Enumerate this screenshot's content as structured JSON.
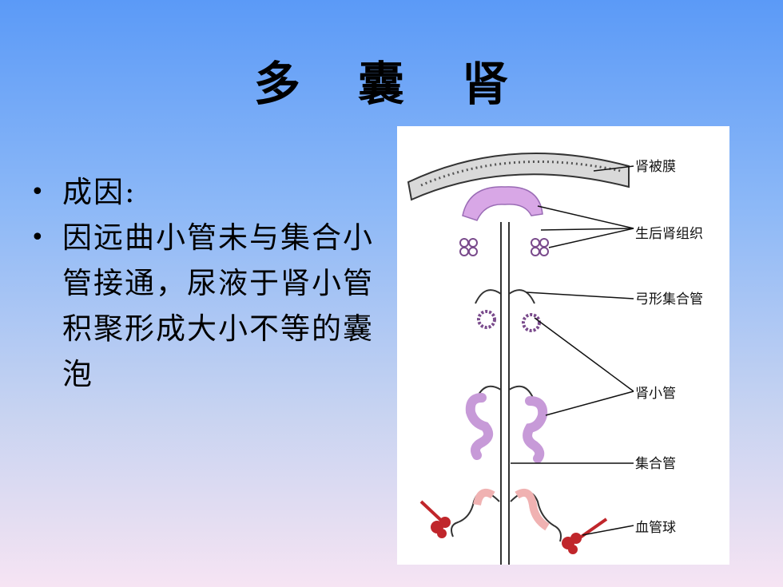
{
  "title": "多 囊 肾",
  "bullets": [
    "成因:",
    "因远曲小管未与集合小管接通，尿液于肾小管积聚形成大小不等的囊泡"
  ],
  "figure": {
    "labels": [
      "肾被膜",
      "生后肾组织",
      "弓形集合管",
      "肾小管",
      "集合管",
      "血管球"
    ]
  }
}
